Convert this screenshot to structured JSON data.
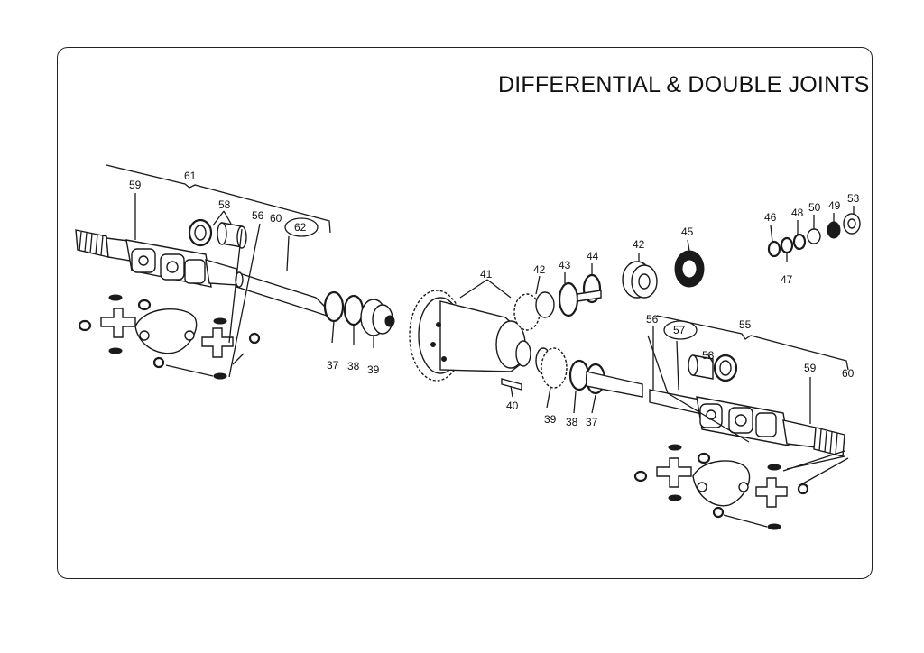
{
  "title": "DIFFERENTIAL & DOUBLE JOINTS",
  "callouts": [
    "61",
    "59",
    "58",
    "56",
    "60",
    "62",
    "37",
    "38",
    "39",
    "41",
    "40",
    "42",
    "43",
    "44",
    "42",
    "45",
    "46",
    "48",
    "50",
    "49",
    "53",
    "47",
    "56",
    "57",
    "55",
    "58",
    "59",
    "60",
    "39",
    "38",
    "37"
  ]
}
